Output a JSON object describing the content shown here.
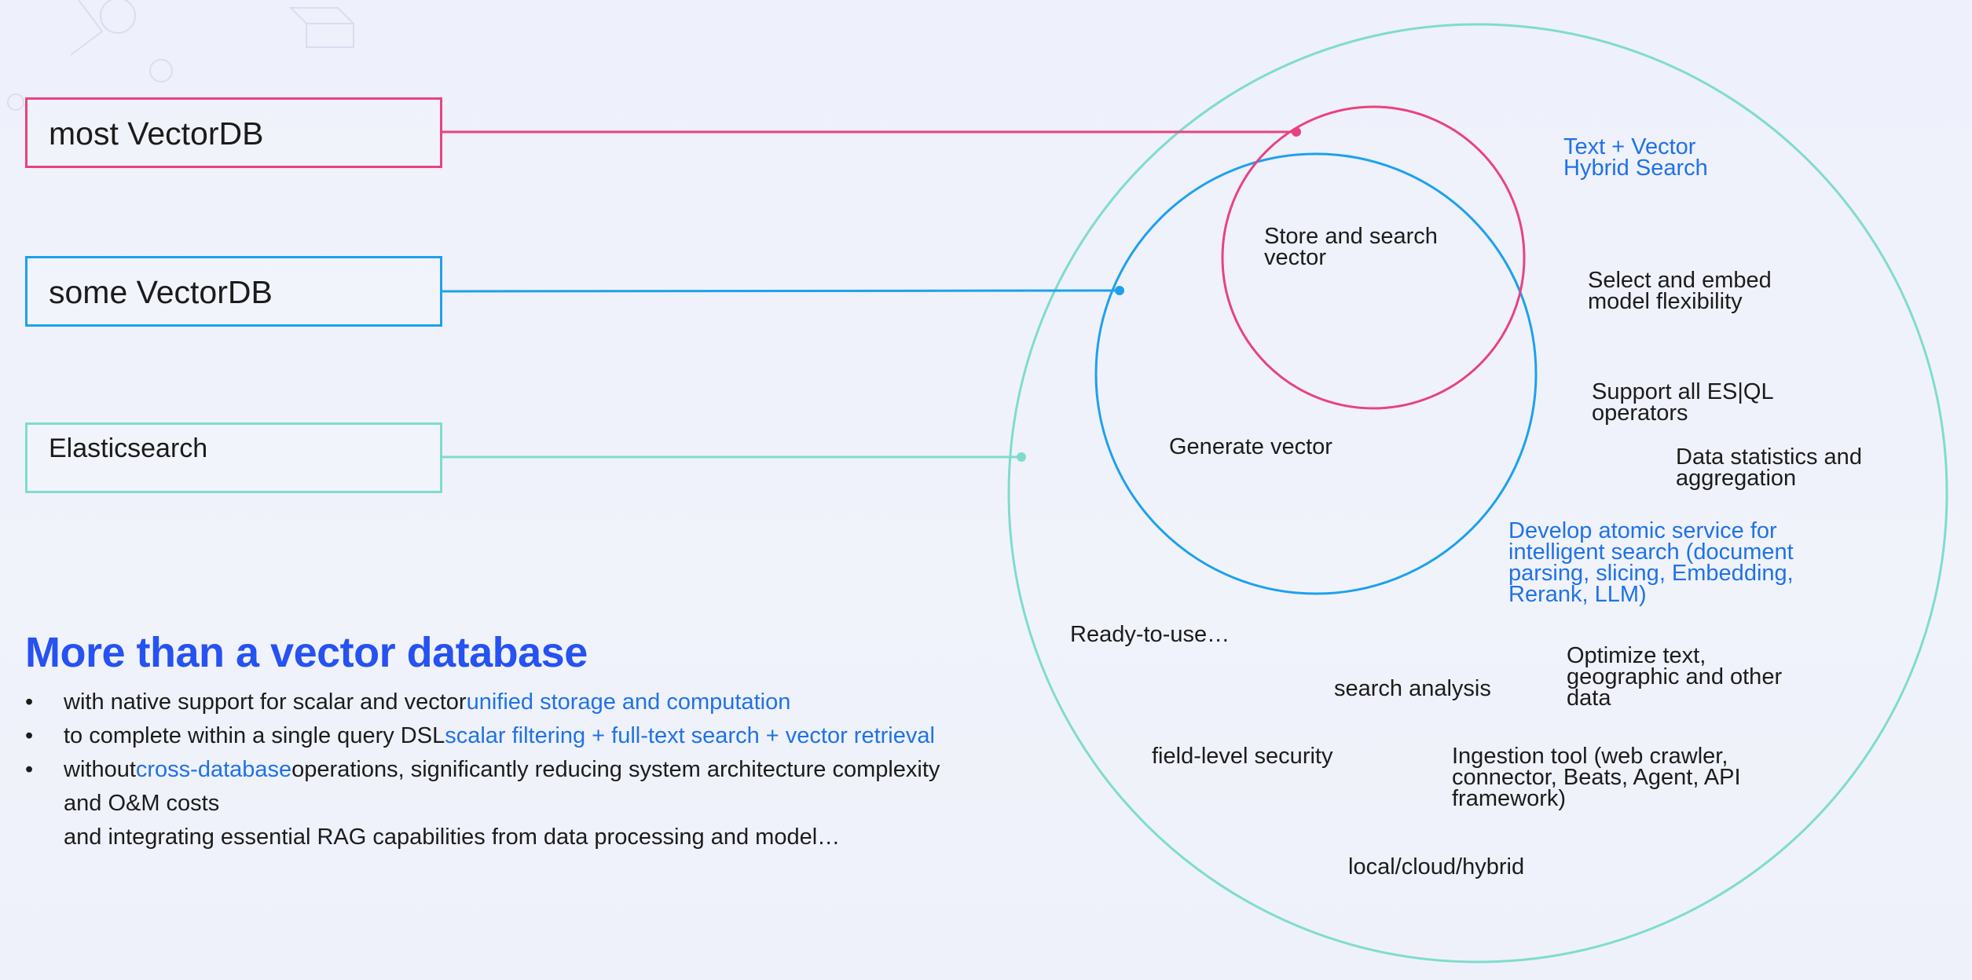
{
  "colors": {
    "pink": "#e8437f",
    "blue": "#1da1ee",
    "teal": "#7fdccd",
    "heading_blue": "#2652f1",
    "highlight_blue": "#1f72e8",
    "text": "#1c1c1c"
  },
  "boxes": {
    "most": "most VectorDB",
    "some": "some VectorDB",
    "elasticsearch": "Elasticsearch"
  },
  "diagram": {
    "store_search": "Store and search\nvector",
    "generate_vector": "Generate vector",
    "hybrid_search": "Text + Vector\nHybrid Search",
    "embed_model": "Select and embed\nmodel flexibility",
    "esql": "Support all ES|QL\noperators",
    "statistics": "Data statistics and\naggregation",
    "atomic_service": "Develop atomic service for\nintelligent search (document\nparsing, slicing, Embedding,\nRerank, LLM)",
    "ready_to_use": "Ready-to-use…",
    "search_analysis": "search analysis",
    "optimize": "Optimize text,\ngeographic and other\ndata",
    "field_security": "field-level security",
    "ingestion": "Ingestion tool (web crawler,\nconnector, Beats, Agent, API\nframework)",
    "deployment": "local/cloud/hybrid"
  },
  "heading": "More than a vector database",
  "bullets": [
    {
      "dot": "•",
      "before": "with native support for scalar and vector",
      "highlight": "unified storage and computation",
      "after": ""
    },
    {
      "dot": "•",
      "before": "to complete within a single query DSL",
      "highlight": "scalar filtering + full-text search + vector retrieval",
      "after": ""
    },
    {
      "dot": "•",
      "before": "without",
      "highlight": "cross-database",
      "after": "operations, significantly reducing system architecture complexity and O&M costs"
    },
    {
      "dot": "",
      "before": "and integrating essential RAG capabilities from data processing and model…",
      "highlight": "",
      "after": ""
    }
  ]
}
